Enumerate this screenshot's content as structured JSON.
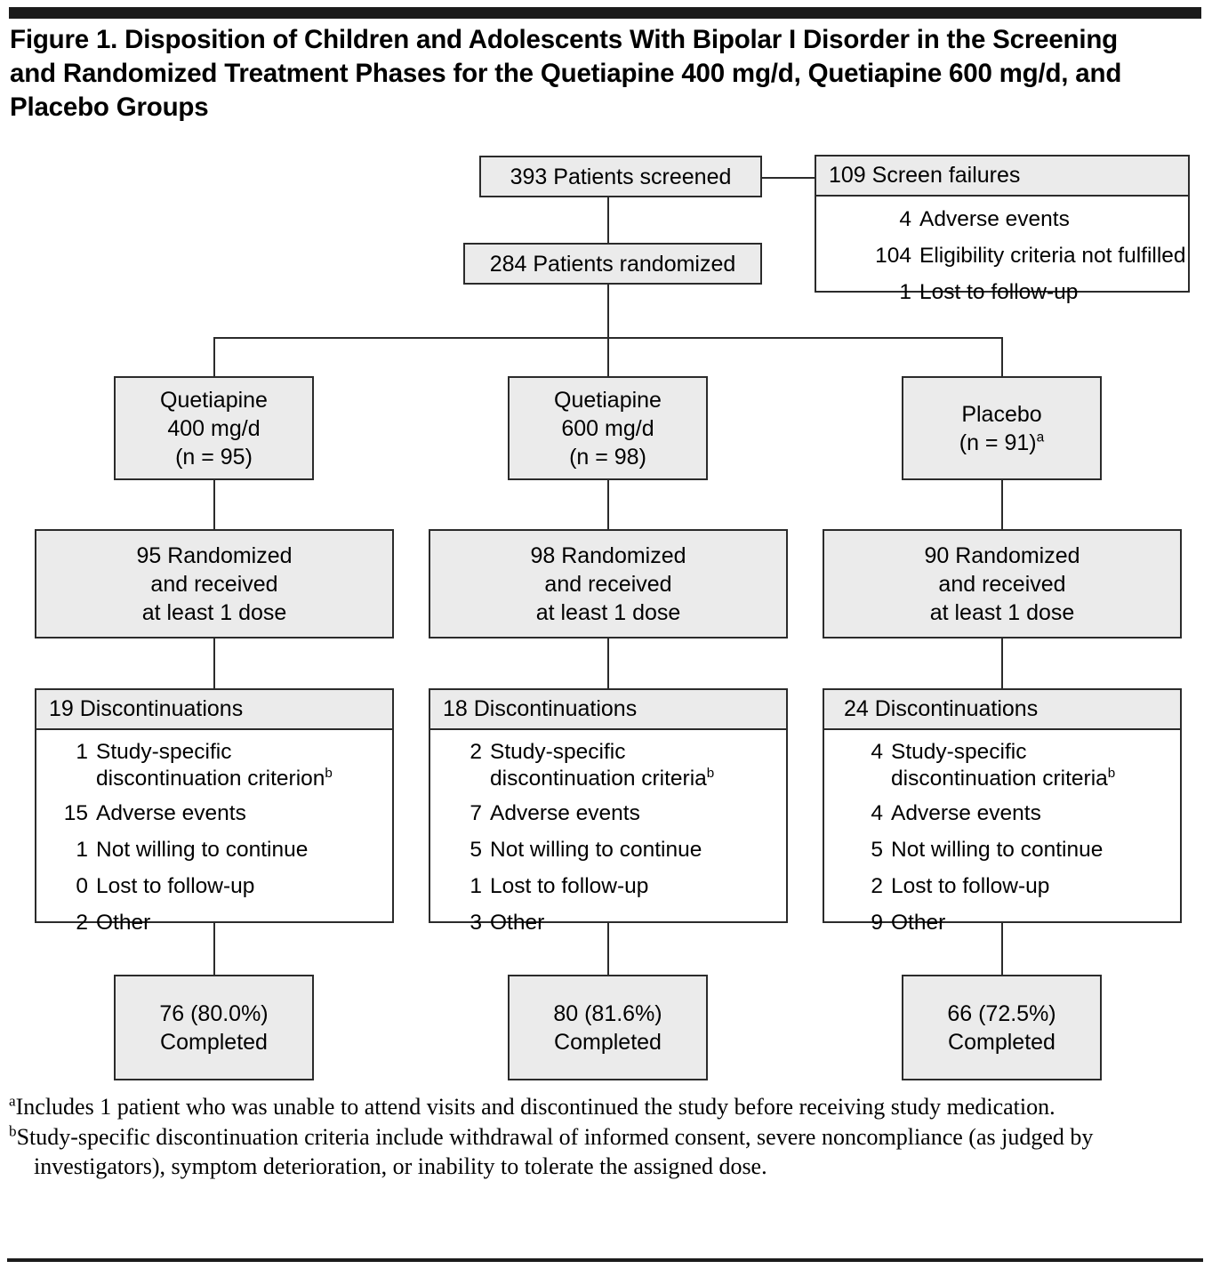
{
  "figure": {
    "title": "Figure 1. Disposition of Children and Adolescents With Bipolar I Disorder in the Screening and Randomized Treatment Phases for the Quetiapine 400 mg/d, Quetiapine 600 mg/d, and Placebo Groups"
  },
  "flow": {
    "screened": {
      "label": "393 Patients screened",
      "n": 393
    },
    "randomized": {
      "label": "284 Patients randomized",
      "n": 284
    },
    "screen_failures": {
      "header": "109 Screen failures",
      "n": 109,
      "reasons": [
        {
          "count": "4",
          "label": "Adverse events"
        },
        {
          "count": "104",
          "label": "Eligibility criteria not fulfilled"
        },
        {
          "count": "1",
          "label": "Lost to follow-up"
        }
      ]
    },
    "arms": [
      {
        "name": "quetiapine-400",
        "group_line1": "Quetiapine",
        "group_line2": "400 mg/d",
        "group_line3": "(n = 95)",
        "group_footnote": "",
        "dosed_line1": "95 Randomized",
        "dosed_line2": "and received",
        "dosed_line3": "at least 1 dose",
        "disc_header": "19 Discontinuations",
        "disc_reasons": [
          {
            "count": "1",
            "label": "Study-specific discontinuation criterion",
            "footnote": "b"
          },
          {
            "count": "15",
            "label": "Adverse events",
            "footnote": ""
          },
          {
            "count": "1",
            "label": "Not willing to continue",
            "footnote": ""
          },
          {
            "count": "0",
            "label": "Lost to follow-up",
            "footnote": ""
          },
          {
            "count": "2",
            "label": "Other",
            "footnote": ""
          }
        ],
        "completed_line1": "76 (80.0%)",
        "completed_line2": "Completed"
      },
      {
        "name": "quetiapine-600",
        "group_line1": "Quetiapine",
        "group_line2": "600 mg/d",
        "group_line3": "(n = 98)",
        "group_footnote": "",
        "dosed_line1": "98 Randomized",
        "dosed_line2": "and received",
        "dosed_line3": "at least 1 dose",
        "disc_header": "18 Discontinuations",
        "disc_reasons": [
          {
            "count": "2",
            "label": "Study-specific discontinuation criteria",
            "footnote": "b"
          },
          {
            "count": "7",
            "label": "Adverse events",
            "footnote": ""
          },
          {
            "count": "5",
            "label": "Not willing to continue",
            "footnote": ""
          },
          {
            "count": "1",
            "label": "Lost to follow-up",
            "footnote": ""
          },
          {
            "count": "3",
            "label": "Other",
            "footnote": ""
          }
        ],
        "completed_line1": "80 (81.6%)",
        "completed_line2": "Completed"
      },
      {
        "name": "placebo",
        "group_line1": "Placebo",
        "group_line2": "(n = 91)",
        "group_line3": "",
        "group_footnote": "a",
        "dosed_line1": "90 Randomized",
        "dosed_line2": "and received",
        "dosed_line3": "at least 1 dose",
        "disc_header": "24 Discontinuations",
        "disc_reasons": [
          {
            "count": "4",
            "label": "Study-specific discontinuation criteria",
            "footnote": "b"
          },
          {
            "count": "4",
            "label": "Adverse events",
            "footnote": ""
          },
          {
            "count": "5",
            "label": "Not willing to continue",
            "footnote": ""
          },
          {
            "count": "2",
            "label": "Lost to follow-up",
            "footnote": ""
          },
          {
            "count": "9",
            "label": "Other",
            "footnote": ""
          }
        ],
        "completed_line1": "66 (72.5%)",
        "completed_line2": "Completed"
      }
    ]
  },
  "footnotes": [
    {
      "mark": "a",
      "text": "Includes 1 patient who was unable to attend visits and discontinued the study before receiving study medication."
    },
    {
      "mark": "b",
      "text": "Study-specific discontinuation criteria include withdrawal of informed consent, severe noncompliance (as judged by investigators), symptom deterioration, or inability to tolerate the assigned dose."
    }
  ],
  "colors": {
    "box_fill": "#ebebeb",
    "box_border": "#2b2b2b",
    "rule": "#1b1b1b",
    "text": "#000000"
  }
}
